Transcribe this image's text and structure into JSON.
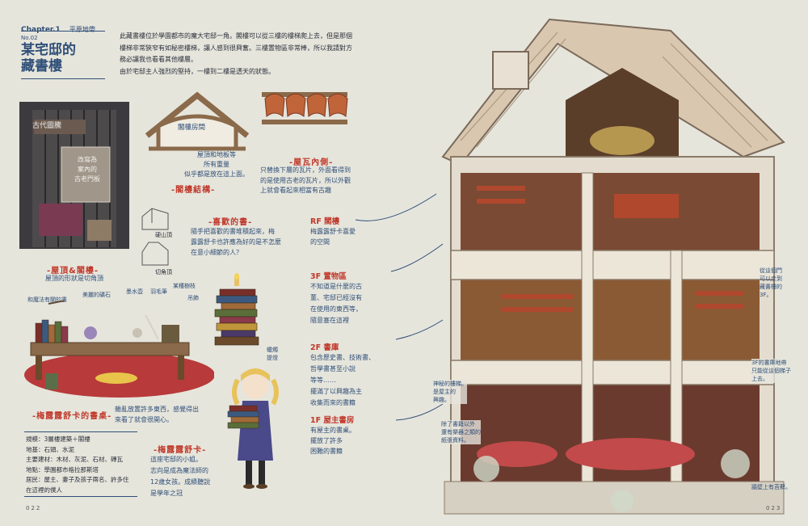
{
  "header": {
    "chapter": "Chapter.1",
    "chapter_sub": "平原地帶",
    "no": "No.02",
    "title_line1": "某宅邸的",
    "title_line2": "藏書樓"
  },
  "intro_lines": [
    "此藏書樓位於學園都市的魔大宅邸一角。閣樓可以從三樓的樓梯爬上去，但是那個",
    "樓梯非常狹窄有如秘密樓梯，讓人感到很興奮。三樓置物區非常棒，所以我請對方",
    "務必讓我也看看其他樓層。",
    "由於宅邸主人強烈的堅持，一樓到二樓是透天的狀態。"
  ],
  "attic_diagram": {
    "sign": "古代圖騰",
    "panel_text": "改寫為\n案內的\n古老門板"
  },
  "frame_diagram": {
    "top_label": "閣樓房間",
    "caption": "屋頂和地板等\n所有重量\n似乎都是放在這上面。",
    "title": "-閣樓結構-"
  },
  "tile_diagram": {
    "title": "-屋瓦內側-",
    "caption": "只替換下層的瓦片，外面看得到\n的是使用古老的瓦片，所以外觀\n上就會看起來相當有古趣"
  },
  "roof_shapes": {
    "label1": "硬山頂",
    "label2": "切角頂",
    "title": "-屋頂&閣樓-",
    "caption": "屋頂的形狀是切角頂"
  },
  "fav_books": {
    "title": "-喜歡的書-",
    "caption": "隨手把喜歡的書堆積起來，梅\n露露舒卡也許應為好的是不怎麼\n在意小細節的人？",
    "candle_label": "蠟燭\n提燈"
  },
  "desk_labels": [
    "和魔法有關的書",
    "美麗的礦石",
    "墨水壺",
    "羽毛筆",
    "某種樹枝",
    "吊飾"
  ],
  "desk_section": {
    "title": "-梅露露舒卡的書桌-",
    "caption": "雜亂放置許多東西，感覺得出\n來看了就會很開心。"
  },
  "specs": [
    "規模：3層樓建築＋閣樓",
    "地基：石頭、水泥",
    "主要建材：木材、灰泥、石材、磚瓦",
    "地點：學園都市格拉那斯塔",
    "居民：屋主、妻子及孩子兩名、許多住",
    "在這裡的僕人"
  ],
  "character": {
    "title": "-梅露露舒卡-",
    "caption": "這座宅邸的小姐。\n志向是成為魔法師的\n12歲女孩。成績聽說\n是學年之冠"
  },
  "floors": [
    {
      "title": "RF 閣樓",
      "text": "梅露露舒卡喜愛\n的空間"
    },
    {
      "title": "3F 置物區",
      "text": "不知道是什麼的古\n董、宅邸已經沒有\n在使用的東西等，\n隨意塞在這裡"
    },
    {
      "title": "2F 書庫",
      "text": "包含歷史書、技術書、\n哲學書甚至小說\n等等……\n擺滿了以興趣為主\n收集而來的書籍"
    },
    {
      "title": "1F 屋主書房",
      "text": "有屋主的書桌。\n擺放了許多\n困難的書籍"
    }
  ],
  "right_notes": {
    "stairs": "從這個門\n可以走到\n藏書樓的\n3F。",
    "ladder": "3F的書庫地帶\n只能從這個梯子\n上去。",
    "secret": "神秘的樓梯。\n是屋主的\n興趣。",
    "extra": "除了書籍以外\n還有樂器之類的\n紙張資料。",
    "plant": "牆壁上有苔蘚。"
  },
  "page_numbers": {
    "left": "022",
    "right": "023"
  },
  "colors": {
    "red": "#c0392b",
    "blue": "#2f4f78",
    "paper": "#e6e5dc"
  }
}
